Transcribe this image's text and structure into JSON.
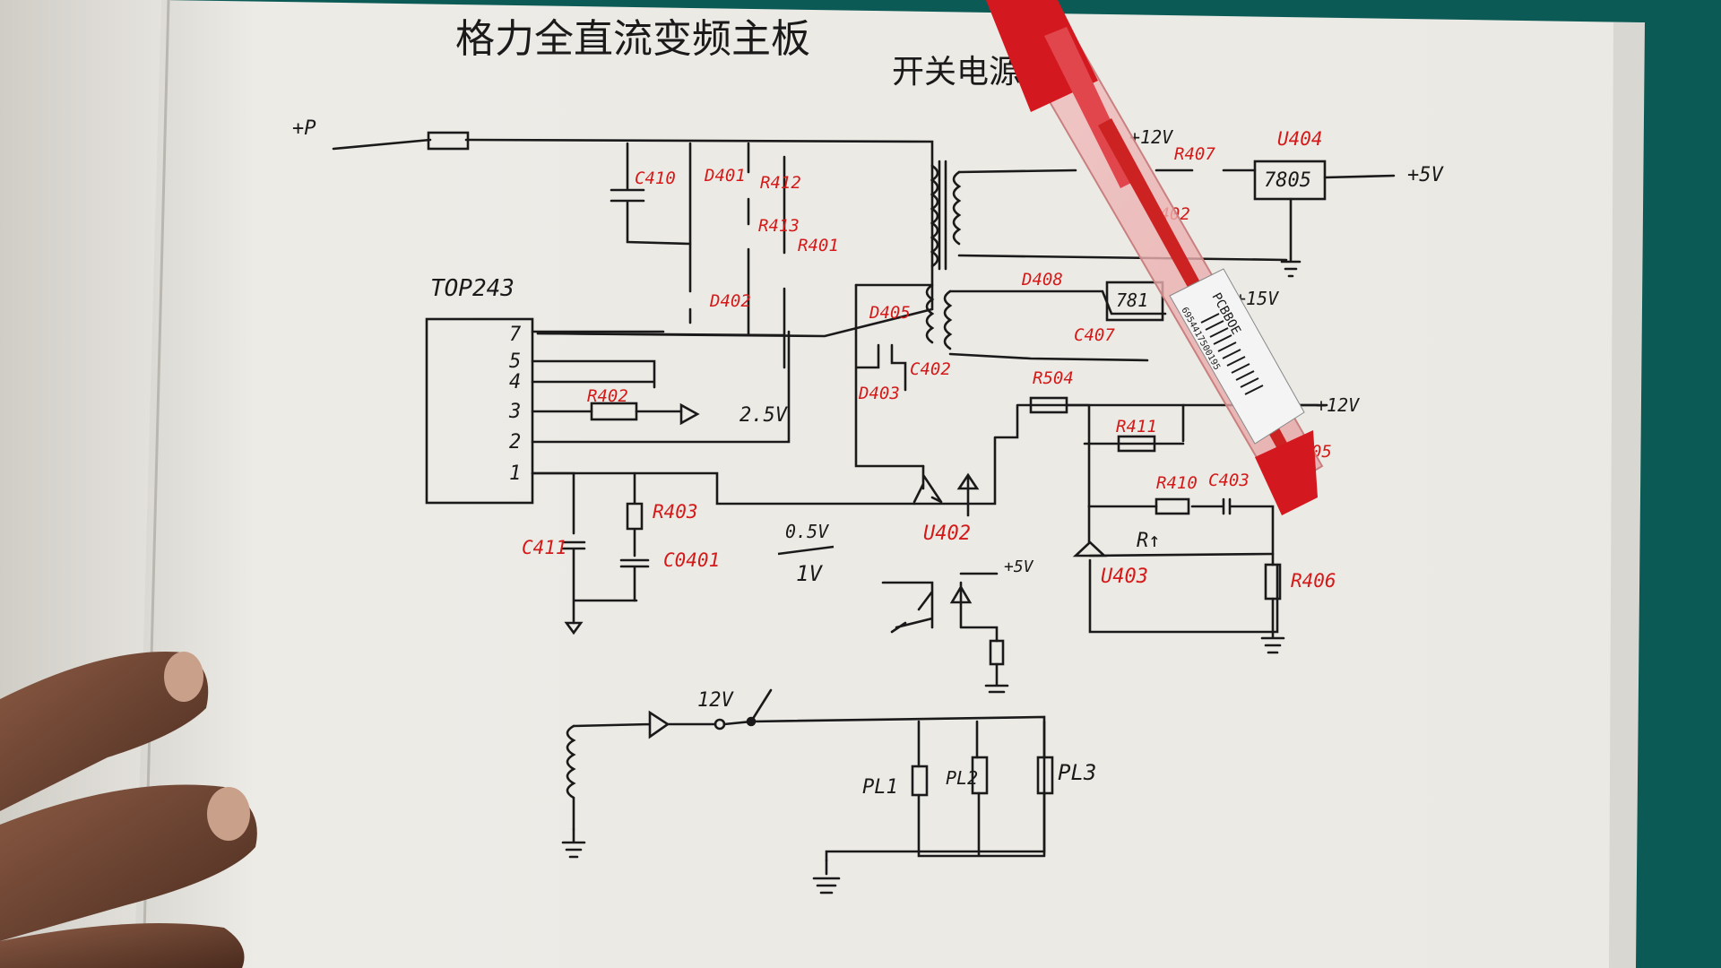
{
  "title": {
    "main": "格力全直流变频主板",
    "sub": "开关电源"
  },
  "labels": {
    "input": "+P",
    "ic": "TOP243",
    "pins": [
      "7",
      "5",
      "4",
      "3",
      "2",
      "1"
    ],
    "v25": "2.5V",
    "v05": "0.5V",
    "v1": "1V",
    "p12v_top": "+12V",
    "p5v": "+5V",
    "p15v": "+15V",
    "p12v_mid": "+12V",
    "p5v_bottom": "+5V",
    "relay_12v": "12V",
    "ic7815": "781",
    "ic7805": "7805",
    "rt": "R↑",
    "u402": "U402",
    "u403": "U403",
    "pl1": "PL1",
    "pl2": "PL2",
    "pl3": "PL3"
  },
  "parts": {
    "c410": "C410",
    "d401": "D401",
    "r412": "R412",
    "r413": "R413",
    "r401": "R401",
    "d402": "D402",
    "d405": "D405",
    "d403": "D403",
    "c402": "C402",
    "r402": "R402",
    "r403": "R403",
    "c411": "C411",
    "c0401": "C0401",
    "d408": "D408",
    "c407": "C407",
    "r407": "R407",
    "u404": "U404",
    "c402b": "C402",
    "r504": "R504",
    "r411": "R411",
    "r410": "R410",
    "c403": "C403",
    "r405": "R405",
    "r406": "R406"
  },
  "pen": {
    "brand": "PCBBOE",
    "barcode_text": "6954417500195"
  },
  "colors": {
    "background": "#0c5a55",
    "paper": "#eceae4",
    "ink": "#1a1a1a",
    "label_red": "#d41919",
    "pen_red": "#d4181f"
  }
}
